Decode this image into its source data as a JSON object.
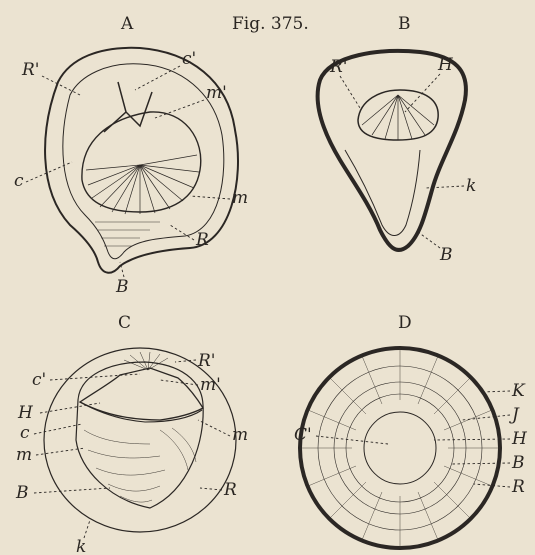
{
  "figure": {
    "title": "Fig. 375.",
    "panels": [
      {
        "letter": "A",
        "labels": [
          "R'",
          "c'",
          "m'",
          "c",
          "m",
          "R",
          "B"
        ]
      },
      {
        "letter": "B",
        "labels": [
          "R'",
          "H",
          "k",
          "B"
        ]
      },
      {
        "letter": "C",
        "labels": [
          "R'",
          "c'",
          "m'",
          "H",
          "c",
          "m",
          "m",
          "B",
          "R",
          "k"
        ]
      },
      {
        "letter": "D",
        "labels": [
          "K",
          "J",
          "C'",
          "H",
          "B",
          "R"
        ]
      }
    ]
  },
  "colors": {
    "paper": "#ebe3d1",
    "ink": "#2b2724"
  }
}
